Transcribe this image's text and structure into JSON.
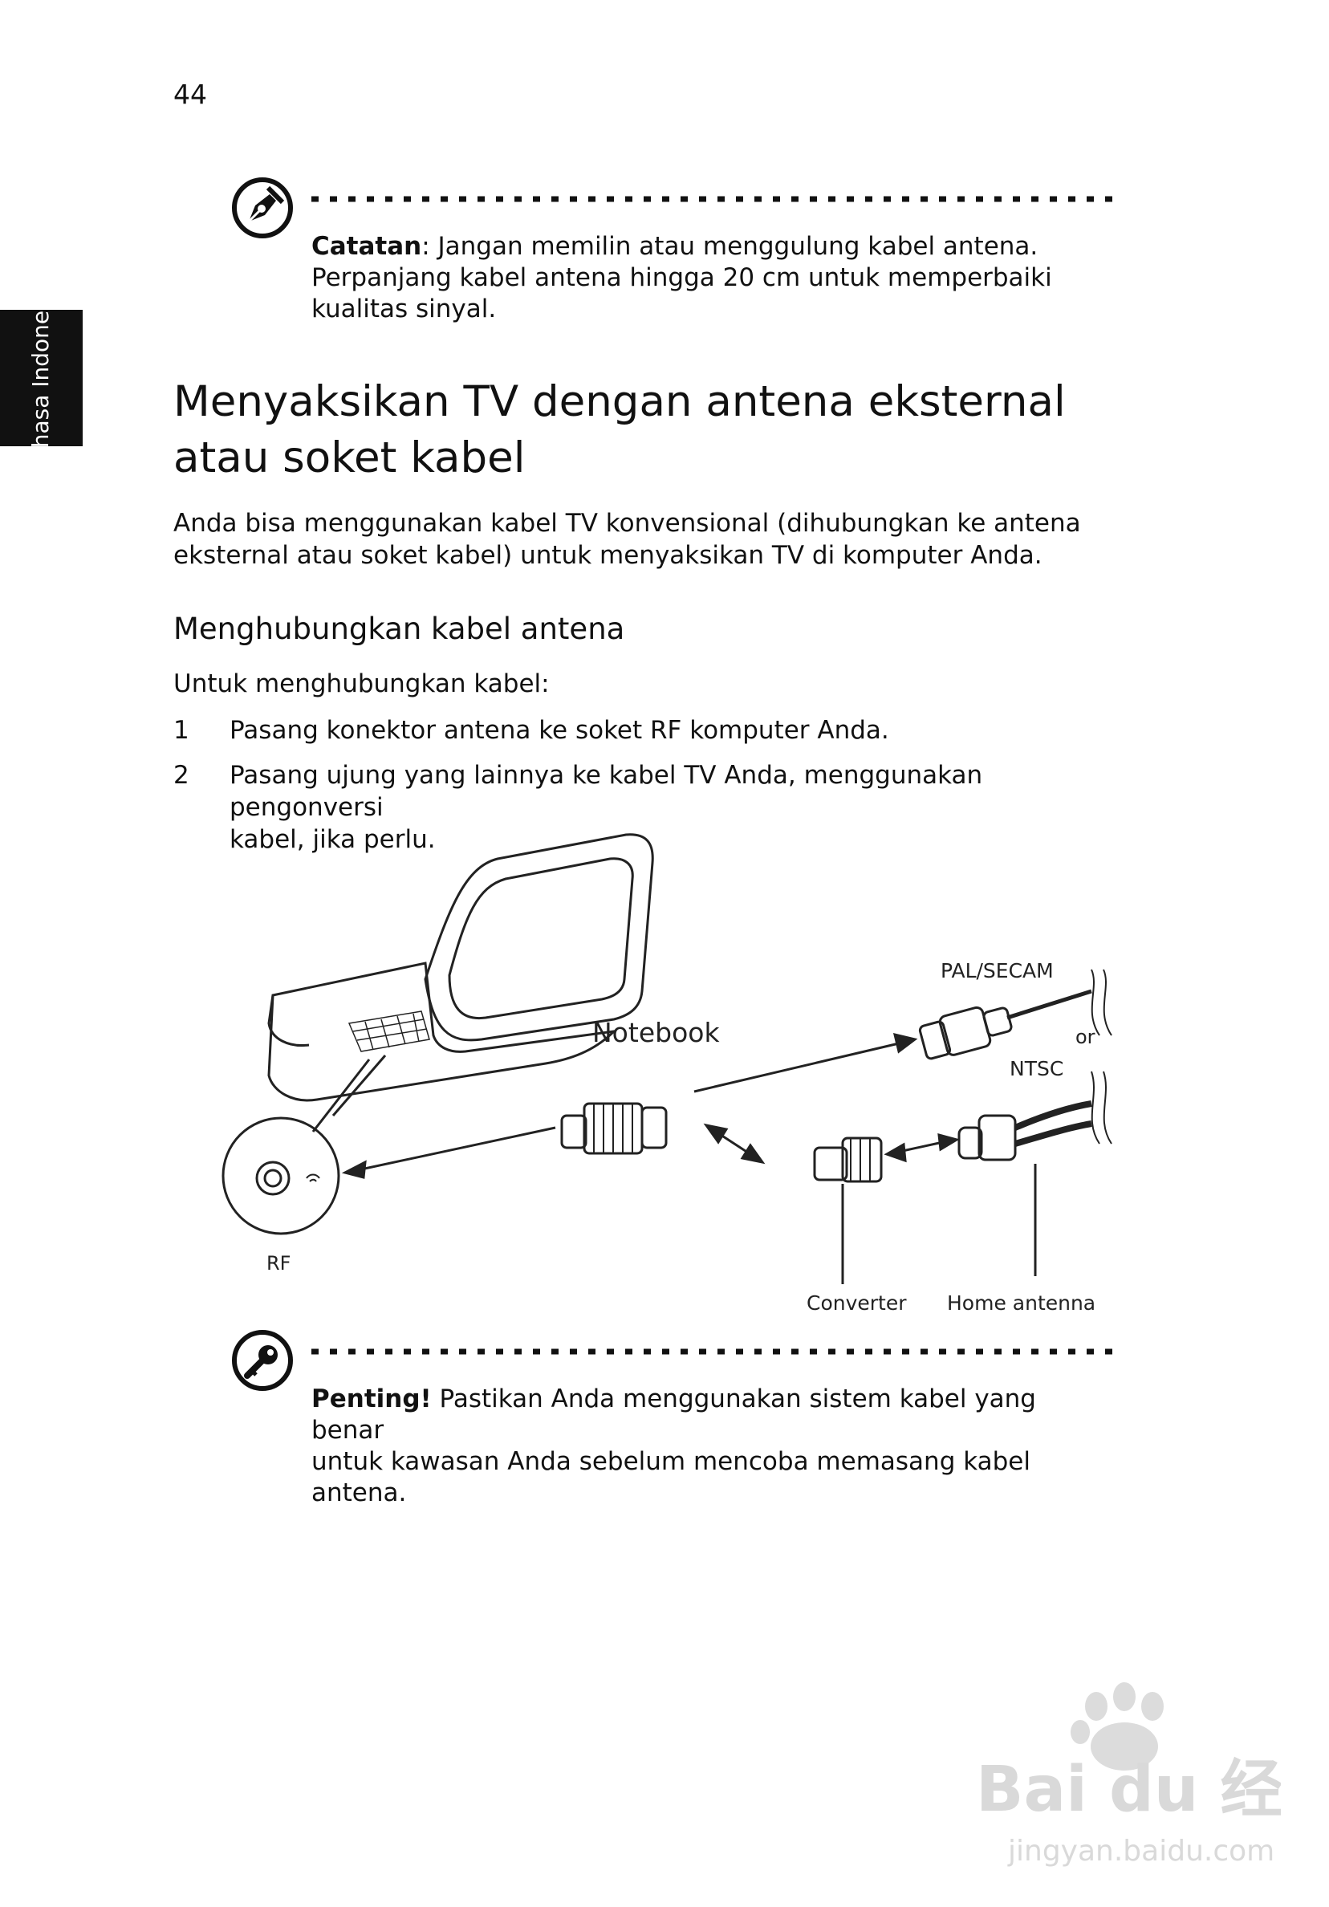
{
  "page": {
    "number": "44",
    "side_tab": "Bahasa Indonesia"
  },
  "note": {
    "label": "Catatan",
    "text": ": Jangan memilin atau menggulung kabel antena.",
    "line2": "Perpanjang kabel antena hingga 20 cm untuk memperbaiki",
    "line3": "kualitas sinyal."
  },
  "section": {
    "title_line1": "Menyaksikan TV dengan antena eksternal",
    "title_line2": "atau soket kabel",
    "intro_line1": "Anda bisa menggunakan kabel TV konvensional (dihubungkan ke antena",
    "intro_line2": "eksternal atau soket kabel) untuk menyaksikan TV di komputer Anda."
  },
  "subsection": {
    "title": "Menghubungkan kabel antena",
    "intro": "Untuk menghubungkan kabel:",
    "steps": [
      {
        "num": "1",
        "line1": "Pasang konektor antena ke soket RF komputer Anda.",
        "line2": ""
      },
      {
        "num": "2",
        "line1": "Pasang ujung yang lainnya ke kabel TV Anda, menggunakan pengonversi",
        "line2": "kabel, jika perlu."
      }
    ]
  },
  "diagram": {
    "notebook": "Notebook",
    "pal": "PAL/SECAM",
    "or": "or",
    "ntsc": "NTSC",
    "rf": "RF",
    "converter": "Converter",
    "home_antenna": "Home antenna"
  },
  "important": {
    "label": "Penting!",
    "text": " Pastikan Anda menggunakan sistem kabel yang benar",
    "line2": "untuk kawasan Anda sebelum mencoba memasang kabel antena."
  },
  "watermark": {
    "brand": "Bai du 经验",
    "url": "jingyan.baidu.com"
  },
  "icons": {
    "note": "pen-nib-icon",
    "important": "key-icon"
  }
}
